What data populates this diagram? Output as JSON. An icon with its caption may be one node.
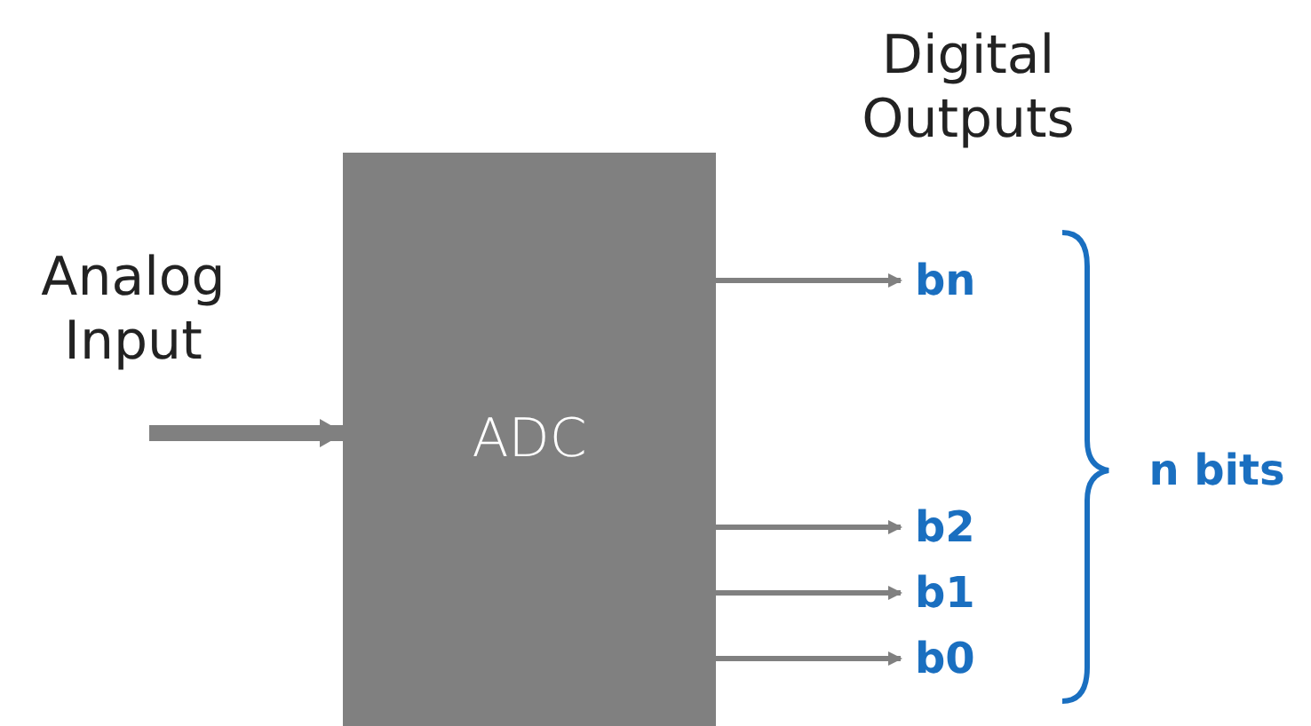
{
  "diagram": {
    "nodes": [
      {
        "text": [
          "Analog Input"
        ]
      },
      {
        "text": [
          "ADC"
        ]
      },
      {
        "text": [
          "bn"
        ]
      },
      {
        "text": [
          "b2"
        ]
      },
      {
        "text": [
          "b1"
        ]
      },
      {
        "text": [
          "b0"
        ]
      }
    ],
    "edges": [
      {
        "from": 0,
        "to": 1,
        "arrow": "to",
        "style": "thick"
      },
      {
        "from": 1,
        "to": 2,
        "arrow": "to"
      },
      {
        "from": 1,
        "to": 3,
        "arrow": "to"
      },
      {
        "from": 1,
        "to": 4,
        "arrow": "to"
      },
      {
        "from": 1,
        "to": 5,
        "arrow": "to"
      }
    ],
    "labels": [
      "Digital Outputs",
      "n bits"
    ]
  }
}
